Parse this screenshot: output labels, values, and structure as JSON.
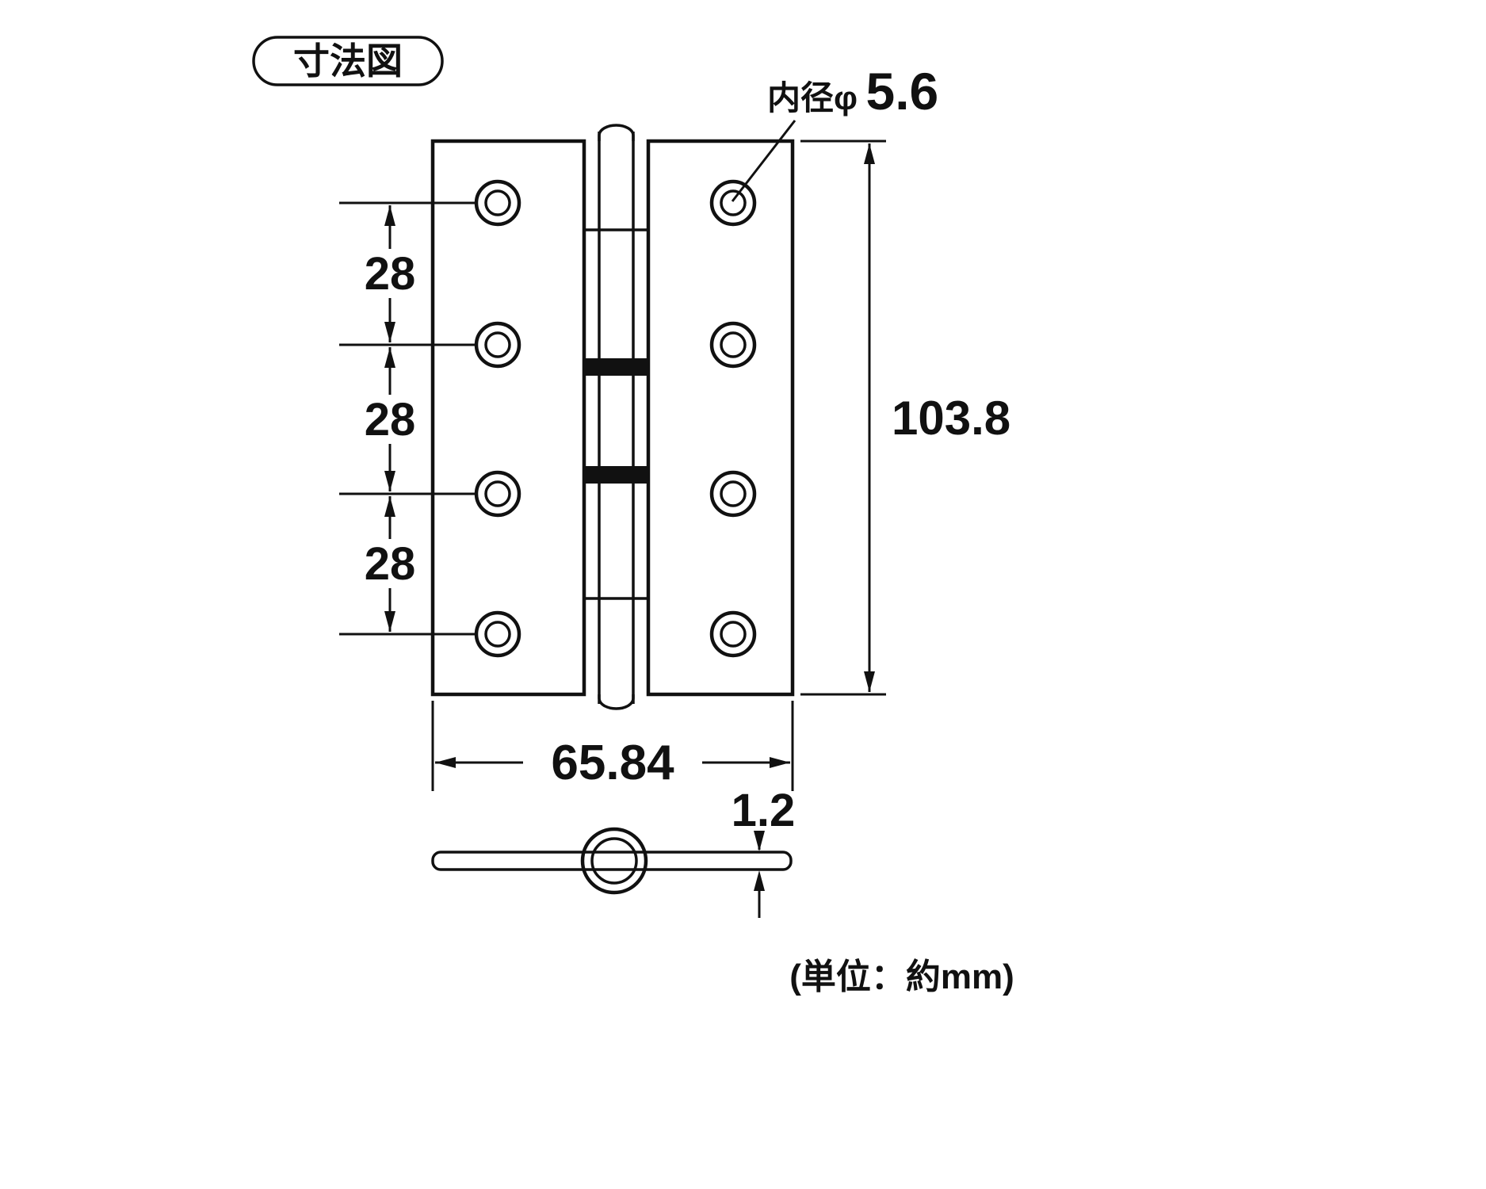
{
  "title": "寸法図",
  "unit_note": "(単位：約mm)",
  "hinge": {
    "hole_inner_label_prefix": "内径φ",
    "hole_inner_diameter": "5.6",
    "hole_pitch_labels": [
      "28",
      "28",
      "28"
    ],
    "total_height": "103.8",
    "total_width": "65.84",
    "leaf_thickness": "1.2"
  }
}
